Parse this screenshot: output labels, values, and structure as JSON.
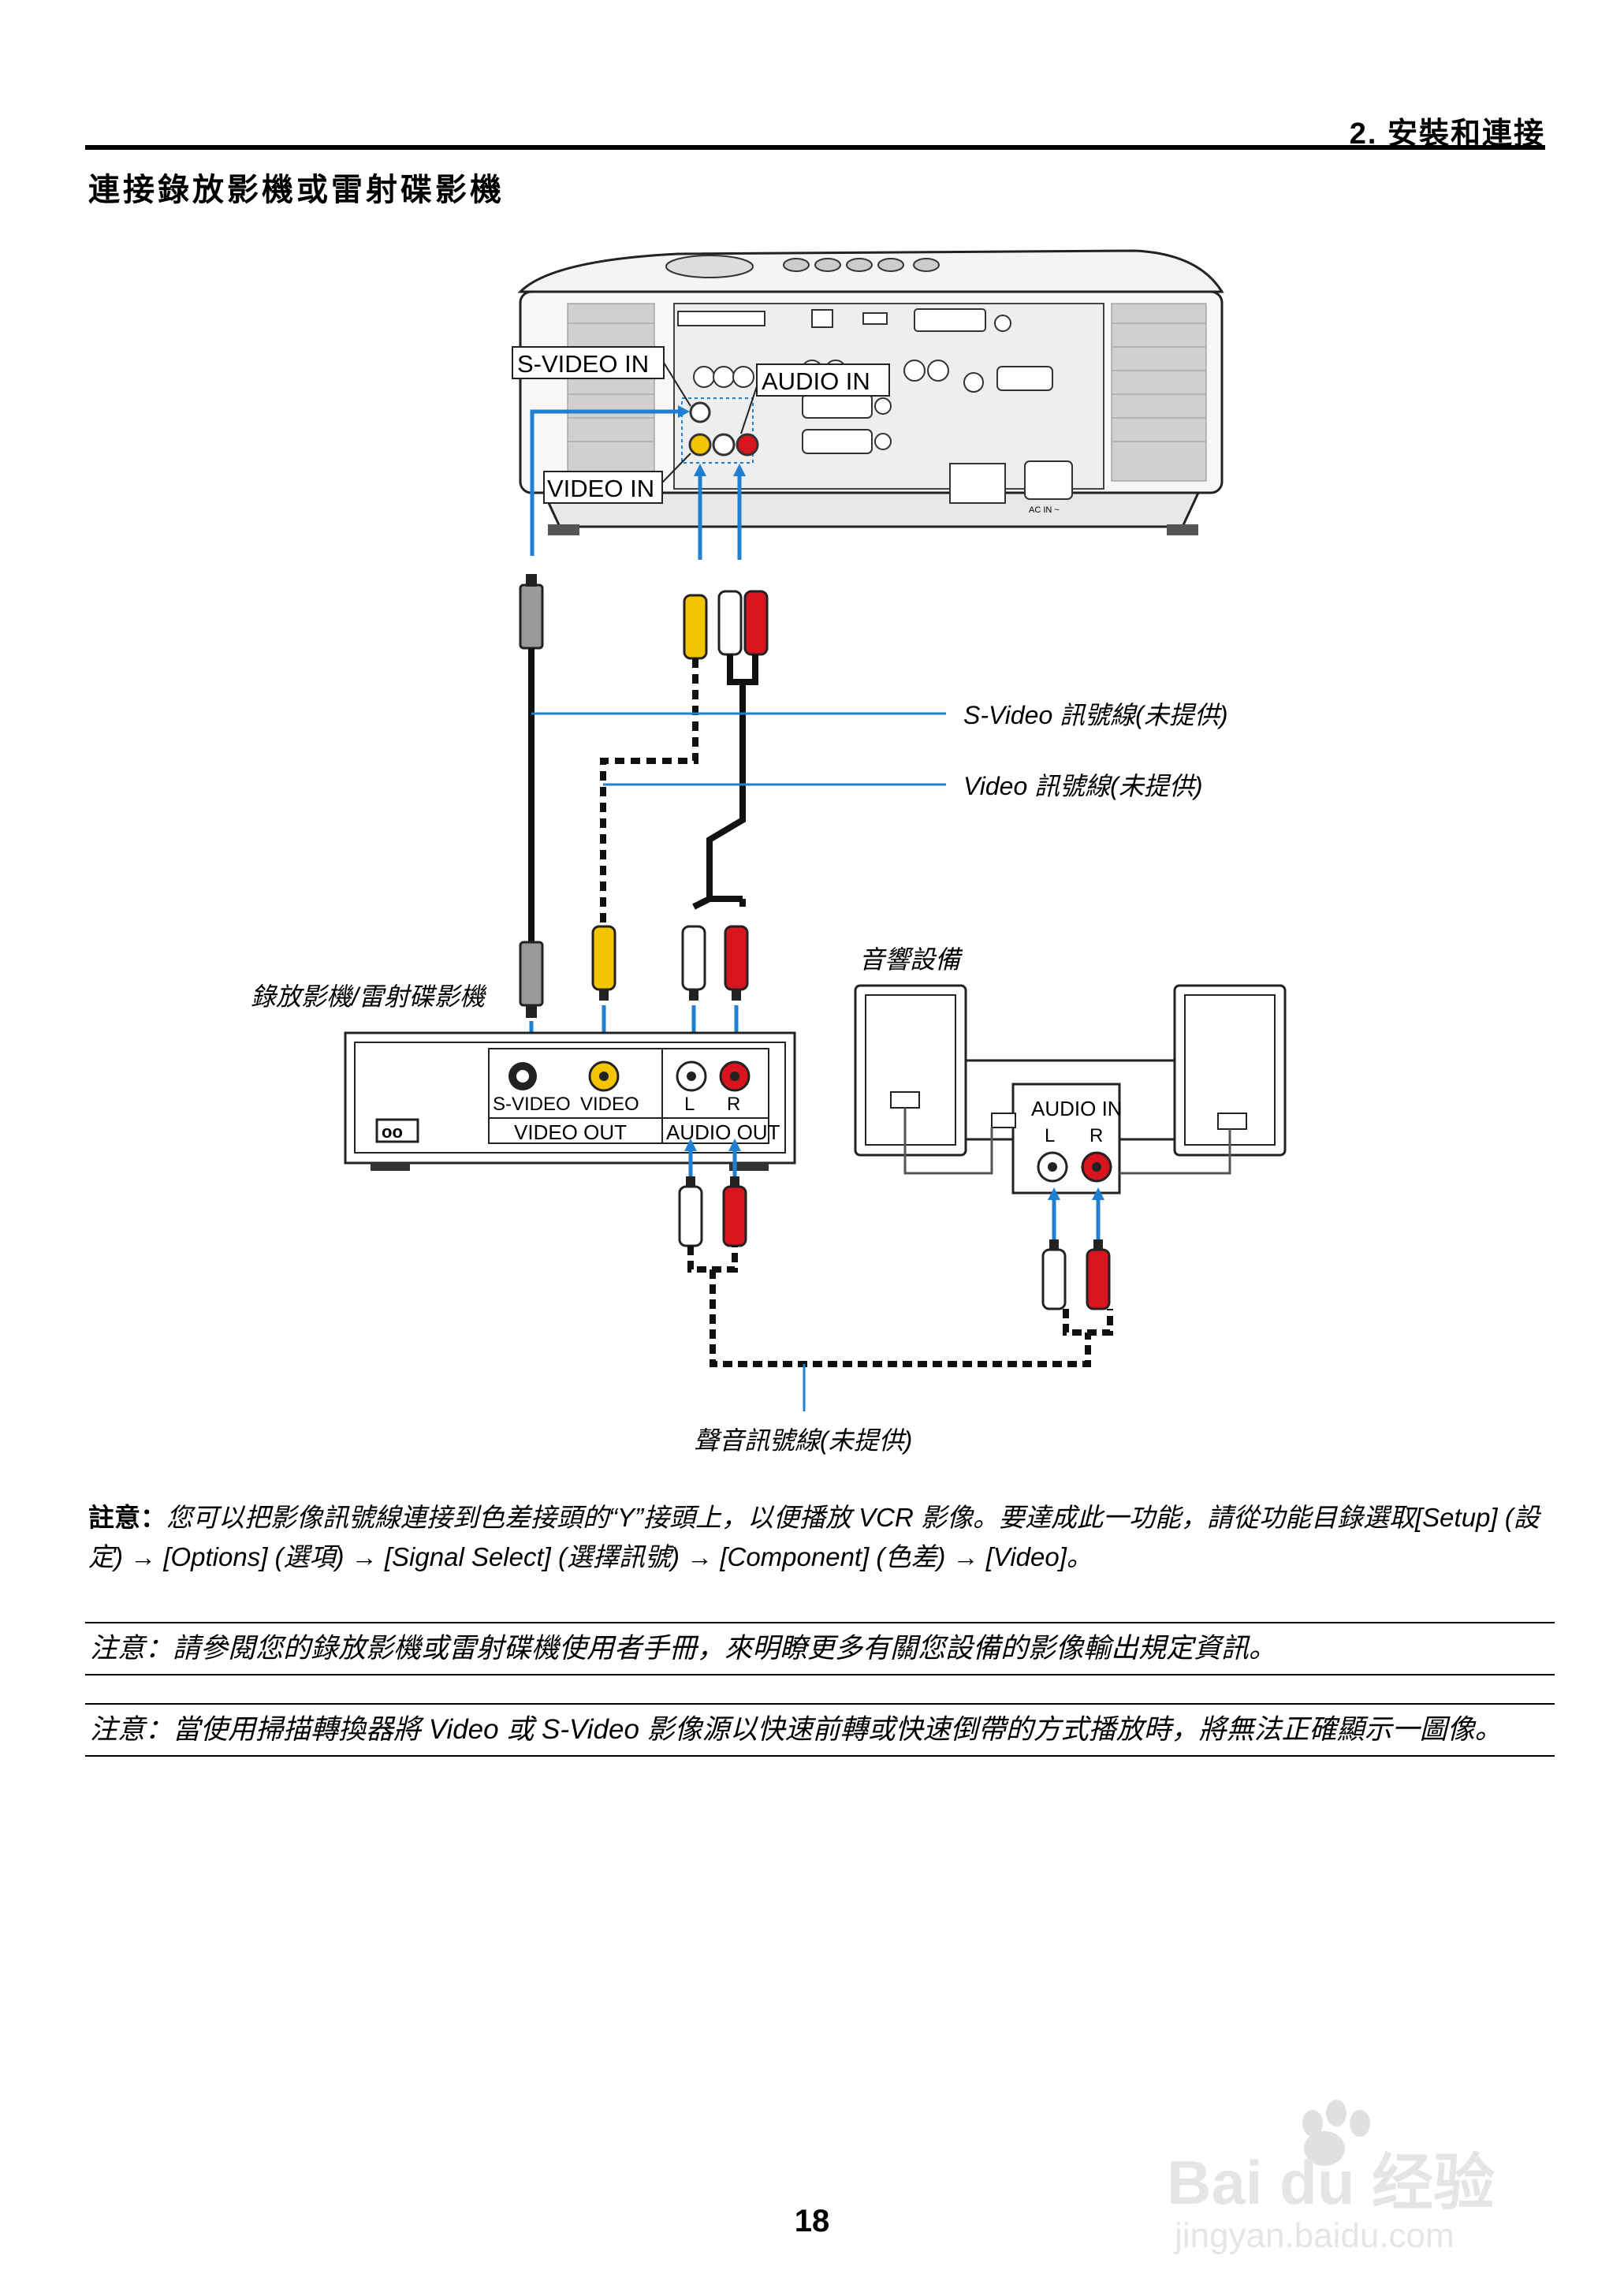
{
  "header": {
    "chapter": "2. 安裝和連接"
  },
  "section": {
    "title": "連接錄放影機或雷射碟影機"
  },
  "diagram": {
    "projector_labels": {
      "svideo_in": "S-VIDEO IN",
      "audio_in": "AUDIO IN",
      "video_in": "VIDEO IN",
      "ac_in": "AC IN ~"
    },
    "cable_labels": {
      "svideo_cable": "S-Video 訊號線(未提供)",
      "video_cable": "Video 訊號線(未提供)",
      "audio_cable": "聲音訊號線(未提供)"
    },
    "vcr": {
      "caption": "錄放影機/雷射碟影機",
      "svideo": "S-VIDEO",
      "video": "VIDEO",
      "l": "L",
      "r": "R",
      "video_out": "VIDEO OUT",
      "audio_out": "AUDIO OUT",
      "badge": "oo"
    },
    "audio_equipment": {
      "caption": "音響設備",
      "audio_in": "AUDIO IN",
      "l": "L",
      "r": "R"
    }
  },
  "note": {
    "label": "註意：",
    "text": "您可以把影像訊號線連接到色差接頭的“Y”接頭上，以便播放 VCR 影像。要達成此一功能，請從功能目錄選取[Setup] (設定) → [Options] (選項) → [Signal Select] (選擇訊號) → [Component] (色差) → [Video]。"
  },
  "cautions": [
    "注意：請參閱您的錄放影機或雷射碟機使用者手冊，來明瞭更多有關您設備的影像輸出規定資訊。",
    "注意：當使用掃描轉換器將 Video 或 S-Video 影像源以快速前轉或快速倒帶的方式播放時，將無法正確顯示一圖像。"
  ],
  "footer": {
    "page_number": "18"
  },
  "watermark": {
    "logo": "Bai du 经验",
    "url": "jingyan.baidu.com"
  },
  "colors": {
    "yellow": "#f5c400",
    "red": "#d8141e",
    "white": "#ffffff",
    "arrow_blue": "#1f7fd0"
  }
}
